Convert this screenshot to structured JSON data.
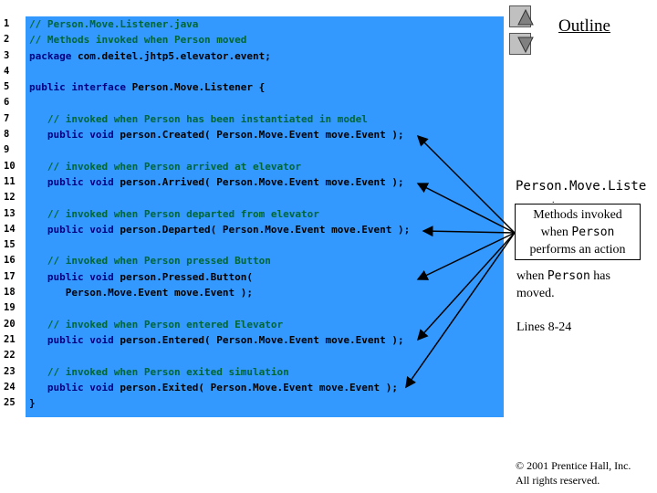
{
  "code_lines": [
    {
      "n": "1",
      "segs": [
        {
          "t": "// Person.Move.Listener.java",
          "c": "cm"
        }
      ]
    },
    {
      "n": "2",
      "segs": [
        {
          "t": "// Methods invoked when Person moved",
          "c": "cm"
        }
      ]
    },
    {
      "n": "3",
      "segs": [
        {
          "t": "package",
          "c": "kw"
        },
        {
          "t": " com.deitel.jhtp5.elevator.event;",
          "c": ""
        }
      ]
    },
    {
      "n": "4",
      "segs": []
    },
    {
      "n": "5",
      "segs": [
        {
          "t": "public interface",
          "c": "kw"
        },
        {
          "t": " Person.Move.Listener {",
          "c": ""
        }
      ]
    },
    {
      "n": "6",
      "segs": []
    },
    {
      "n": "7",
      "segs": [
        {
          "t": "   // invoked when Person has been instantiated in model",
          "c": "cm"
        }
      ]
    },
    {
      "n": "8",
      "segs": [
        {
          "t": "   public void",
          "c": "kw"
        },
        {
          "t": " person.Created( Person.Move.Event move.Event );",
          "c": ""
        }
      ]
    },
    {
      "n": "9",
      "segs": []
    },
    {
      "n": "10",
      "segs": [
        {
          "t": "   // invoked when Person arrived at elevator",
          "c": "cm"
        }
      ]
    },
    {
      "n": "11",
      "segs": [
        {
          "t": "   public void",
          "c": "kw"
        },
        {
          "t": " person.Arrived( Person.Move.Event move.Event );",
          "c": ""
        }
      ]
    },
    {
      "n": "12",
      "segs": []
    },
    {
      "n": "13",
      "segs": [
        {
          "t": "   // invoked when Person departed from elevator",
          "c": "cm"
        }
      ]
    },
    {
      "n": "14",
      "segs": [
        {
          "t": "   public void",
          "c": "kw"
        },
        {
          "t": " person.Departed( Person.Move.Event move.Event );",
          "c": ""
        }
      ]
    },
    {
      "n": "15",
      "segs": []
    },
    {
      "n": "16",
      "segs": [
        {
          "t": "   // invoked when Person pressed Button",
          "c": "cm"
        }
      ]
    },
    {
      "n": "17",
      "segs": [
        {
          "t": "   public void",
          "c": "kw"
        },
        {
          "t": " person.Pressed.Button(",
          "c": ""
        }
      ]
    },
    {
      "n": "18",
      "segs": [
        {
          "t": "      Person.Move.Event move.Event );",
          "c": ""
        }
      ]
    },
    {
      "n": "19",
      "segs": []
    },
    {
      "n": "20",
      "segs": [
        {
          "t": "   // invoked when Person entered Elevator",
          "c": "cm"
        }
      ]
    },
    {
      "n": "21",
      "segs": [
        {
          "t": "   public void",
          "c": "kw"
        },
        {
          "t": " person.Entered( Person.Move.Event move.Event );",
          "c": ""
        }
      ]
    },
    {
      "n": "22",
      "segs": []
    },
    {
      "n": "23",
      "segs": [
        {
          "t": "   // invoked when Person exited simulation",
          "c": "cm"
        }
      ]
    },
    {
      "n": "24",
      "segs": [
        {
          "t": "   public void",
          "c": "kw"
        },
        {
          "t": " person.Exited( Person.Move.Event move.Event );",
          "c": ""
        }
      ]
    },
    {
      "n": "25",
      "segs": [
        {
          "t": "}",
          "c": ""
        }
      ]
    }
  ],
  "nav": {
    "up_icon": "triangle-up-icon",
    "down_icon": "triangle-down-icon"
  },
  "outline": {
    "title": "Outline"
  },
  "side": {
    "name": "Person.Move.Liste",
    "dot": ".",
    "callout_line1": "Methods invoked",
    "callout_when": "when ",
    "callout_person": "Person",
    "callout_line3": "performs an action",
    "cont_when": "when ",
    "cont_person": "Person",
    "cont_has": " has",
    "cont_moved": "moved.",
    "lines": "Lines 8-24"
  },
  "footer": {
    "line1": "© 2001 Prentice Hall, Inc.",
    "line2": "All rights reserved."
  },
  "colors": {
    "panel": "#3399ff",
    "comment": "#006633",
    "keyword": "#000080"
  }
}
